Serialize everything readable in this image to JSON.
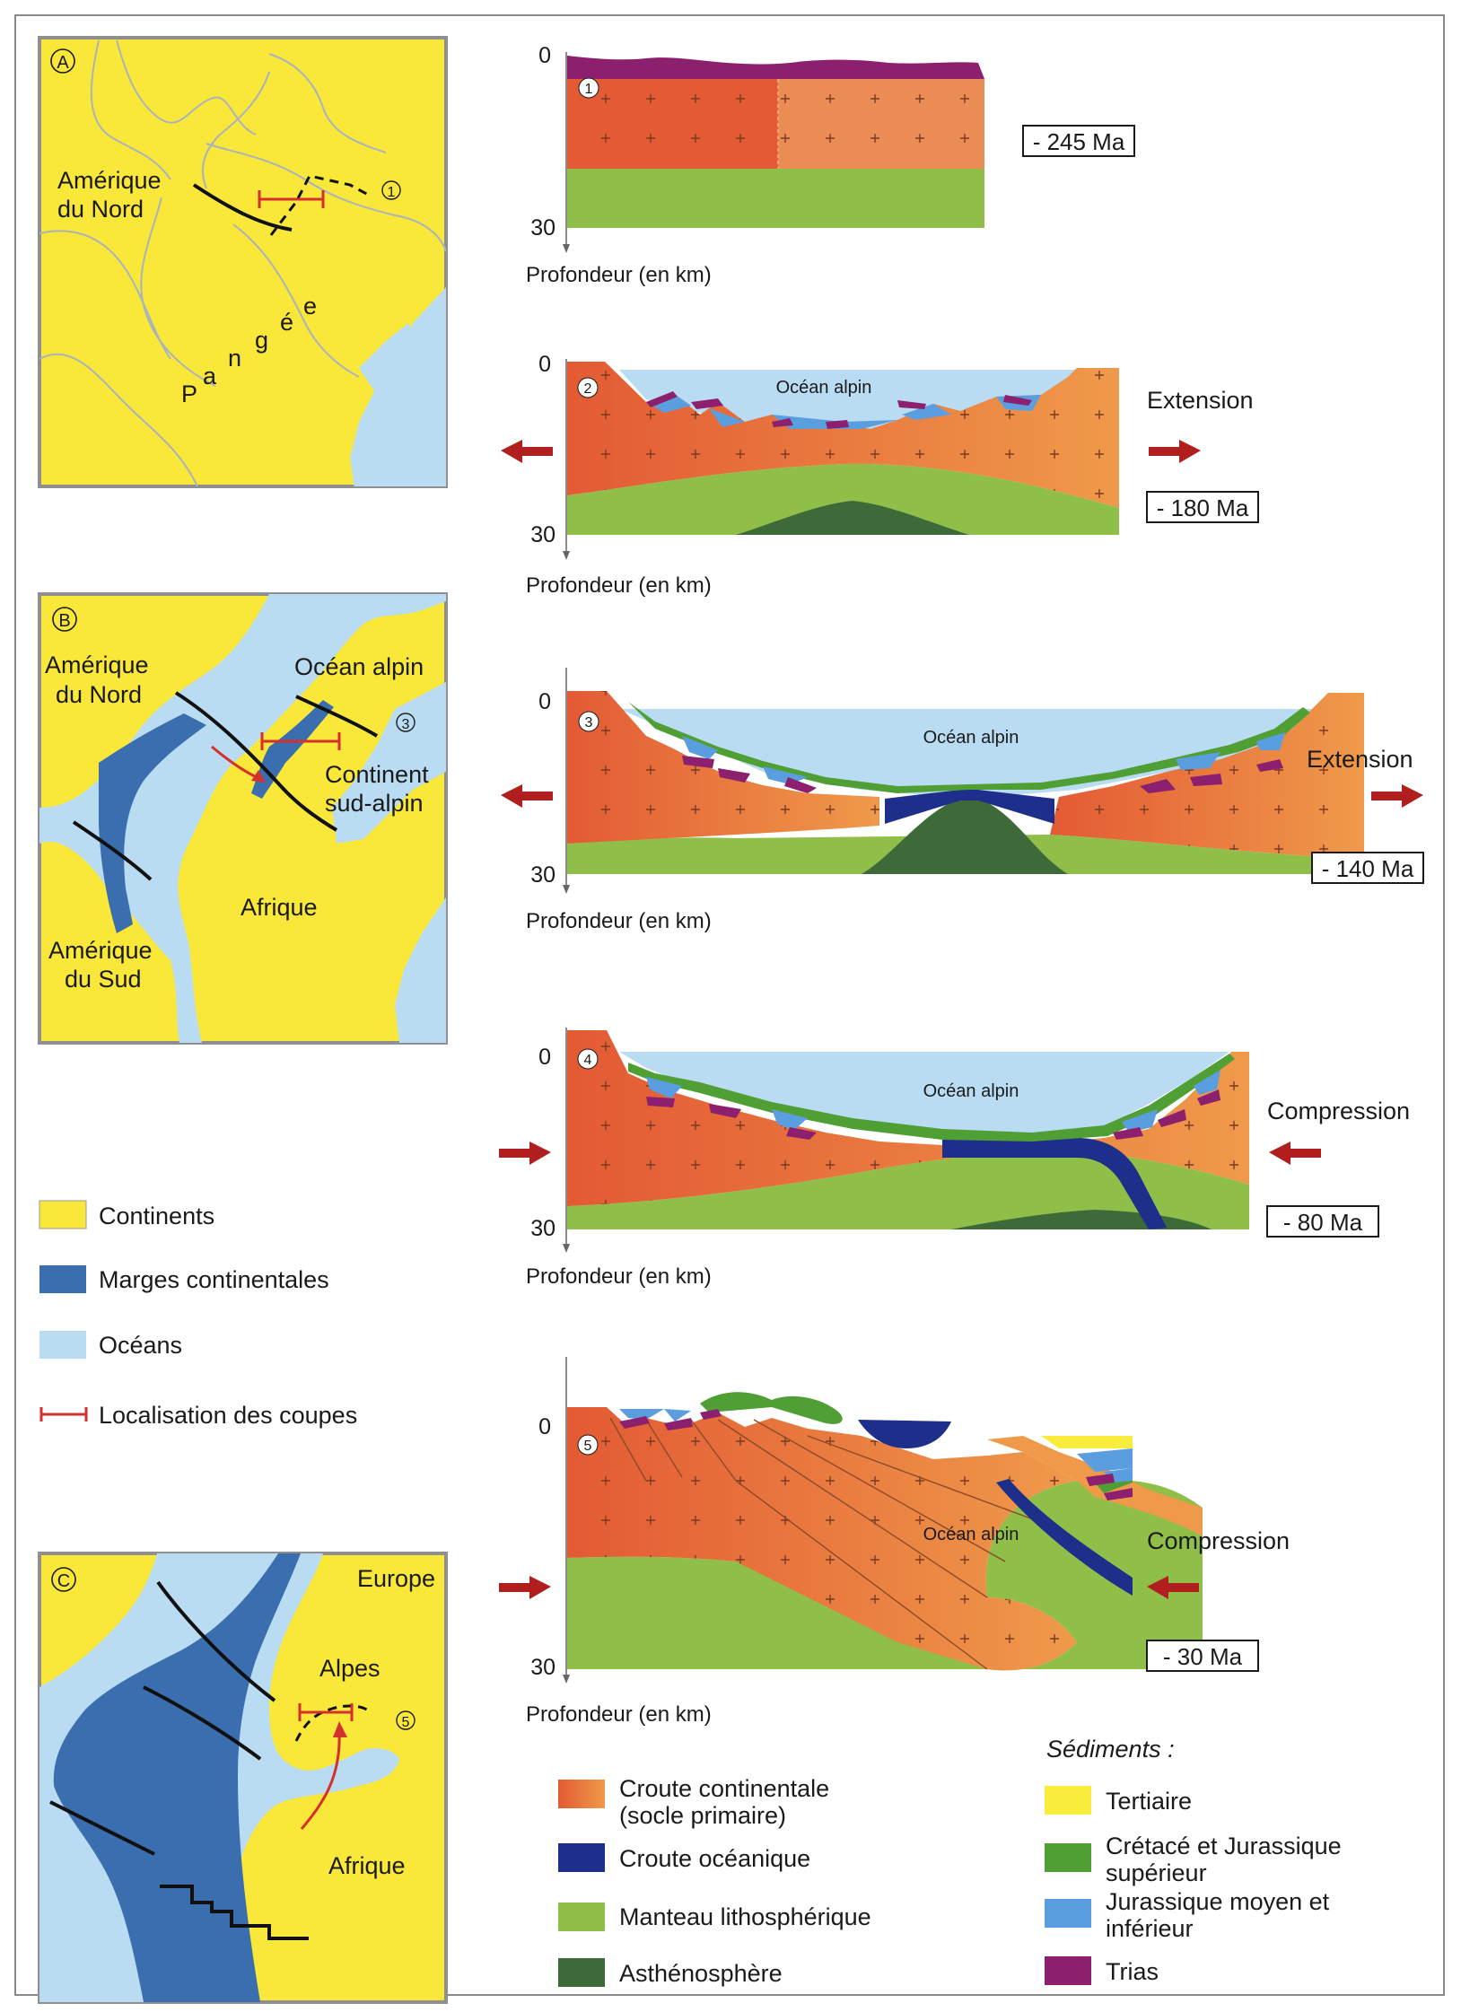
{
  "maps": {
    "A": {
      "letter": "A",
      "north_america": [
        "Amérique",
        "du Nord"
      ],
      "pangea": [
        "P",
        "a",
        "n",
        "g",
        "é",
        "e"
      ],
      "marker": "1"
    },
    "B": {
      "letter": "B",
      "north_america": [
        "Amérique",
        "du Nord"
      ],
      "alpine_ocean": "Océan alpin",
      "marker": "3",
      "south_alpine": [
        "Continent",
        "sud-alpin"
      ],
      "africa": "Afrique",
      "south_america": [
        "Amérique",
        "du Sud"
      ]
    },
    "C": {
      "letter": "C",
      "europe": "Europe",
      "alps": "Alpes",
      "marker": "5",
      "africa": "Afrique"
    }
  },
  "map_legend": [
    {
      "label": "Continents",
      "color": "#f9e83a"
    },
    {
      "label": "Marges continentales",
      "color": "#3a6eae"
    },
    {
      "label": "Océans",
      "color": "#b9dcf2"
    },
    {
      "label": "Localisation des coupes",
      "color": "#d3302e"
    }
  ],
  "sections": [
    {
      "number": "1",
      "age": "- 245 Ma",
      "depth_top": "0",
      "depth_bottom": "30",
      "axis_label": "Profondeur (en km)"
    },
    {
      "number": "2",
      "age": "- 180 Ma",
      "depth_top": "0",
      "depth_bottom": "30",
      "axis_label": "Profondeur (en km)",
      "ocean": "Océan alpin",
      "tectonic": "Extension"
    },
    {
      "number": "3",
      "age": "- 140 Ma",
      "depth_top": "0",
      "depth_bottom": "30",
      "axis_label": "Profondeur (en km)",
      "ocean": "Océan alpin",
      "tectonic": "Extension"
    },
    {
      "number": "4",
      "age": "- 80 Ma",
      "depth_top": "0",
      "depth_bottom": "30",
      "axis_label": "Profondeur (en km)",
      "ocean": "Océan alpin",
      "tectonic": "Compression"
    },
    {
      "number": "5",
      "age": "- 30 Ma",
      "depth_top": "0",
      "depth_bottom": "30",
      "axis_label": "Profondeur (en km)",
      "ocean": "Océan alpin",
      "tectonic": "Compression"
    }
  ],
  "section_legend": [
    {
      "lines": [
        "Croute continentale",
        "(socle primaire)"
      ],
      "color": "#e36a3a"
    },
    {
      "lines": [
        "Croute océanique"
      ],
      "color": "#1d2f8a"
    },
    {
      "lines": [
        "Manteau lithosphérique"
      ],
      "color": "#8fbf48"
    },
    {
      "lines": [
        "Asthénosphère"
      ],
      "color": "#3e6a3a"
    }
  ],
  "sediments_title": "Sédiments :",
  "sediment_legend": [
    {
      "lines": [
        "Tertiaire"
      ],
      "color": "#f9ec3c"
    },
    {
      "lines": [
        "Crétacé et Jurassique",
        "supérieur"
      ],
      "color": "#4f9f35"
    },
    {
      "lines": [
        "Jurassique moyen et",
        "inférieur"
      ],
      "color": "#5b9ee0"
    },
    {
      "lines": [
        "Trias"
      ],
      "color": "#8c1f6e"
    }
  ],
  "colors": {
    "continent": "#f9e83a",
    "margin": "#3a6eae",
    "ocean": "#b9dcf2",
    "section_marker": "#d3302e",
    "arrow": "#b01e1e",
    "crust": "#e36a3a",
    "oceanic_crust": "#1d2f8a",
    "mantle": "#8fbf48",
    "asthenosphere": "#3e6a3a",
    "tertiary": "#f9ec3c",
    "cretaceous": "#4f9f35",
    "jurassic": "#5b9ee0",
    "trias": "#8c1f6e"
  }
}
